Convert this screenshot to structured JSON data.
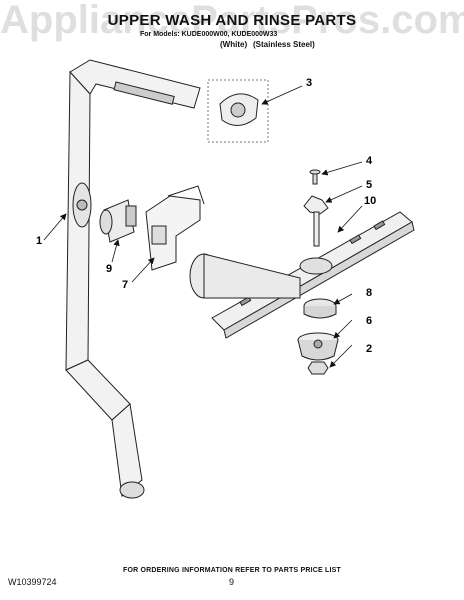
{
  "watermark": "AppliancePartsPros.com",
  "title": "UPPER WASH AND RINSE PARTS",
  "subtitle": "For Models: KUDE000W00, KUDE000W33",
  "columns": {
    "left": "(White)",
    "right": "(Stainless Steel)"
  },
  "callouts": {
    "c1": "1",
    "c2": "2",
    "c3": "3",
    "c4": "4",
    "c5": "5",
    "c6": "6",
    "c7": "7",
    "c8": "8",
    "c9": "9",
    "c10": "10"
  },
  "footer": {
    "ordering_note": "FOR ORDERING INFORMATION REFER TO PARTS PRICE LIST",
    "doc_number": "W10399724",
    "page_number": "9"
  }
}
